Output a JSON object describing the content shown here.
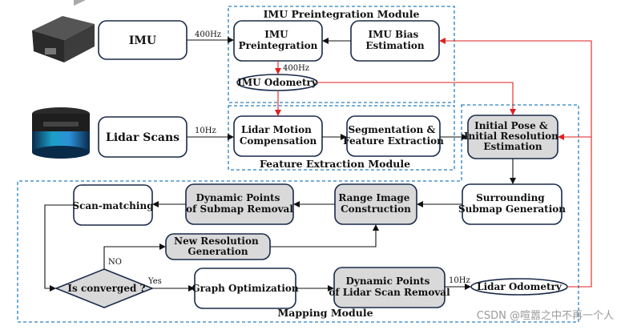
{
  "modules": {
    "imu_preintegration": "IMU Preintegration Module",
    "feature_extraction": "Feature Extraction Module",
    "mapping": "Mapping Module"
  },
  "nodes": {
    "imu": "IMU",
    "lidar_scans": "Lidar Scans",
    "imu_preintegration": [
      "IMU",
      "Preintegration"
    ],
    "imu_bias": [
      "IMU Bias",
      "Estimation"
    ],
    "imu_odometry": "IMU Odometry",
    "lidar_motion": [
      "Lidar Motion",
      "Compensation"
    ],
    "segmentation": [
      "Segmentation &",
      "Feature Extraction"
    ],
    "initial_pose": [
      "Initial Pose &",
      "Initial Resolution",
      "Estimation"
    ],
    "surrounding": [
      "Surrounding",
      "Submap Generation"
    ],
    "range_image": [
      "Range Image",
      "Construction"
    ],
    "dyn_submap": [
      "Dynamic Points",
      "of Submap Removal"
    ],
    "scan_matching": "Scan-matching",
    "new_resolution": [
      "New Resolution",
      "Generation"
    ],
    "is_converged": "Is converged ?",
    "graph_opt": "Graph Optimization",
    "dyn_lidar": [
      "Dynamic Points",
      "of Lidar Scan Removal"
    ],
    "lidar_odometry": "Lidar Odometry"
  },
  "edge_labels": {
    "imu_rate": "400Hz",
    "odom_rate": "400Hz",
    "lidar_rate": "10Hz",
    "lidar_odom_rate": "10Hz",
    "no": "NO",
    "yes": "Yes"
  },
  "watermark": "CSDN @喧嚣之中不再一个人",
  "colors": {
    "box_stroke": "#1a2a4a",
    "gray_fill": "#d9d9d9",
    "module_border": "#2a7fc0",
    "red_arrow": "#e02020"
  }
}
